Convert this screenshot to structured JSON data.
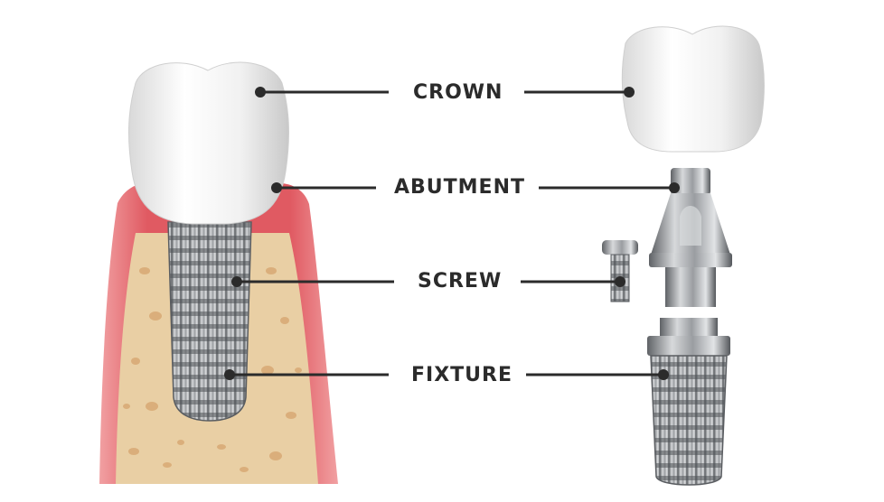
{
  "labels": {
    "crown": "CROWN",
    "abutment": "ABUTMENT",
    "screw": "SCREW",
    "fixture": "FIXTURE"
  },
  "colors": {
    "gum": "#e05a62",
    "gum_light": "#f09a9c",
    "bone": "#e9cfa4",
    "bone_pore": "#d8a974",
    "tooth": "#f2f2f2",
    "metal": "#b3b6b9",
    "metal_dark": "#6f7276",
    "leader": "#2b2b2b",
    "text": "#2b2b2b"
  }
}
